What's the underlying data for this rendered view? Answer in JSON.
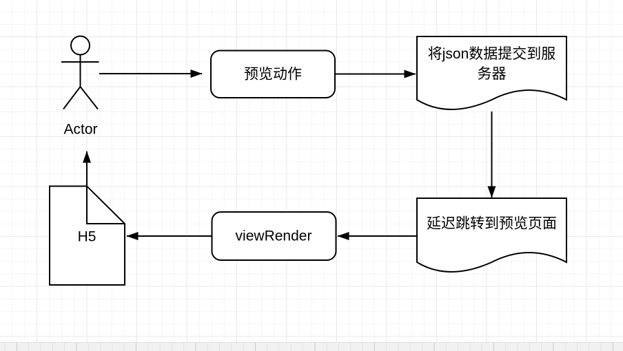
{
  "diagram": {
    "nodes": {
      "actor": {
        "label": "Actor",
        "type": "actor-figure"
      },
      "preview_action": {
        "label": "预览动作",
        "type": "rounded-rectangle"
      },
      "submit_json": {
        "label": "将json数据提交到服务器",
        "type": "document"
      },
      "delay_redirect": {
        "label": "延迟跳转到预览页面",
        "type": "document"
      },
      "view_render": {
        "label": "viewRender",
        "type": "rounded-rectangle"
      },
      "h5": {
        "label": "H5",
        "type": "note-folded-corner"
      }
    },
    "edges": [
      {
        "from": "actor",
        "to": "preview_action",
        "direction": "right"
      },
      {
        "from": "preview_action",
        "to": "submit_json",
        "direction": "right"
      },
      {
        "from": "submit_json",
        "to": "delay_redirect",
        "direction": "down"
      },
      {
        "from": "delay_redirect",
        "to": "view_render",
        "direction": "left"
      },
      {
        "from": "view_render",
        "to": "h5",
        "direction": "left"
      },
      {
        "from": "h5",
        "to": "actor",
        "direction": "up"
      }
    ],
    "colors": {
      "canvas_background": "#ffffff",
      "grid_minor": "#f4f4f4",
      "grid_major": "#e8e8e8",
      "shape_fill": "#ffffff",
      "shape_stroke": "#000000",
      "label_text": "#000000"
    }
  }
}
